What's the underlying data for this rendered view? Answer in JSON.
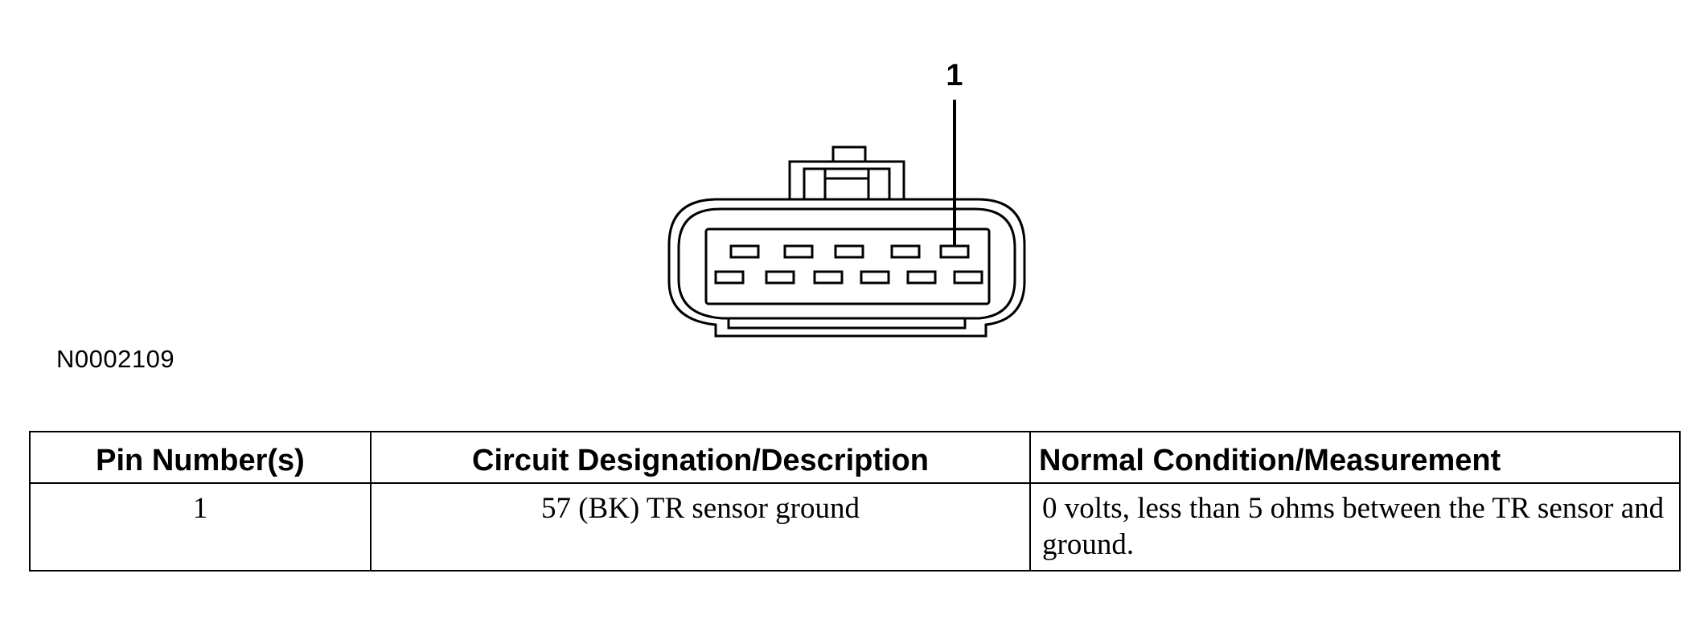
{
  "diagram": {
    "callout_label": "1",
    "figure_id": "N0002109"
  },
  "table": {
    "headers": [
      "Pin Number(s)",
      "Circuit Designation/Description",
      "Normal Condition/Measurement"
    ],
    "rows": [
      {
        "pin": "1",
        "circuit": "57 (BK) TR sensor ground",
        "condition": "0 volts, less than 5 ohms between the TR sensor and ground."
      }
    ]
  }
}
